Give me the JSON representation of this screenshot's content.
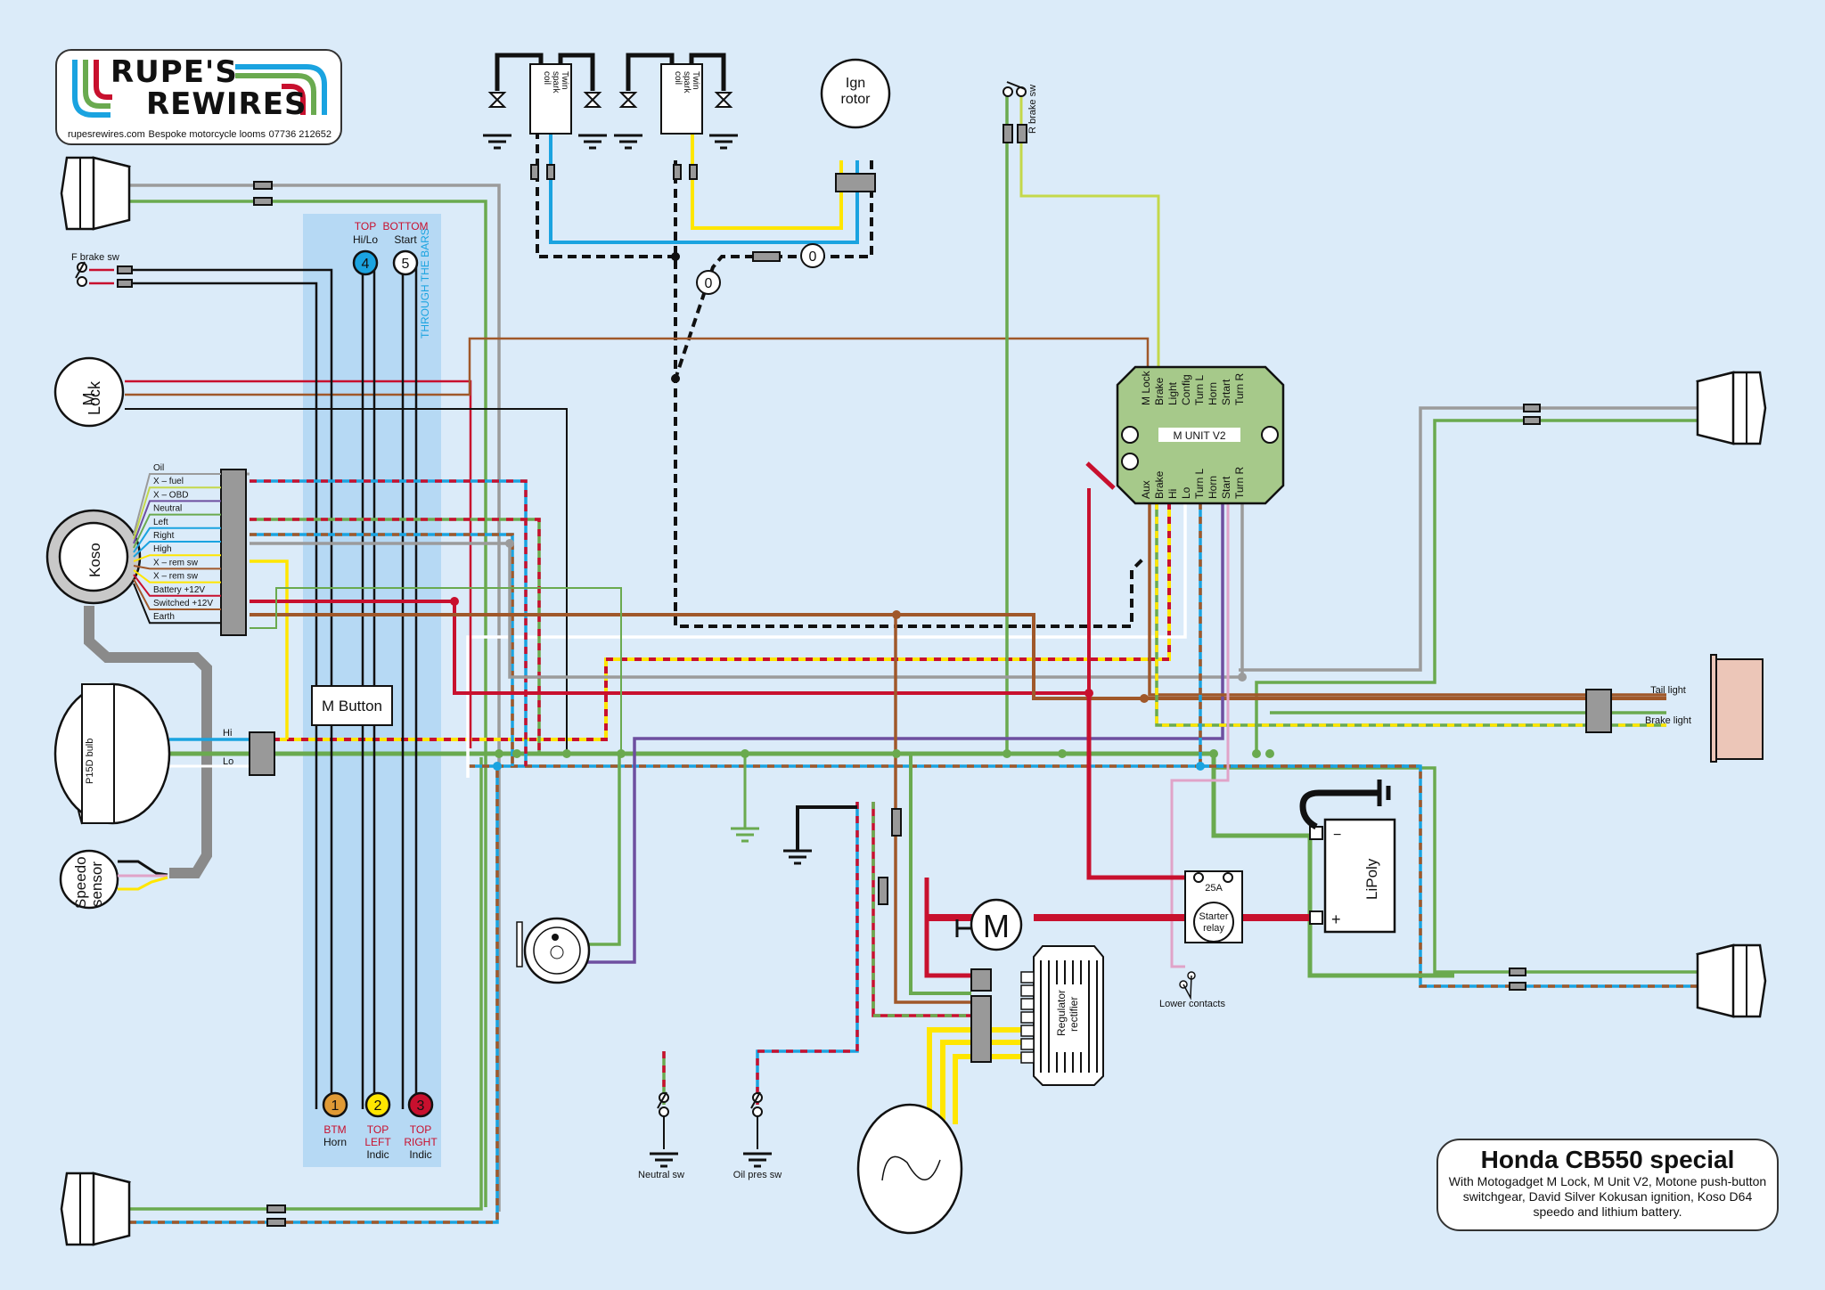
{
  "logo": {
    "line1": "RUPE'S",
    "line2": "REWIRES",
    "website": "rupesrewires.com",
    "tagline": "Bespoke motorcycle looms",
    "phone": "07736 212652",
    "stripe_colors": [
      "#1aa3e0",
      "#6aaa4f",
      "#c8102e"
    ]
  },
  "title": {
    "heading": "Honda CB550 special",
    "subtitle": "With Motogadget M Lock, M Unit V2, Motone push-button switchgear, David Silver Kokusan ignition, Koso D64 speedo and lithium battery."
  },
  "colors": {
    "background": "#dbebf9",
    "bar_band": "#b6d9f4",
    "black": "#111111",
    "red": "#c8102e",
    "green": "#6aaa4f",
    "blue": "#1aa3e0",
    "yellow": "#ffe600",
    "brown": "#a0582a",
    "grey": "#9b9b9b",
    "purple": "#6e4fa0",
    "pink": "#e0a3c8",
    "white": "#ffffff",
    "lightgreen": "#c4d84b",
    "munit": "#a6c98a",
    "taillight": "#ecc6b8",
    "connector": "#999999"
  },
  "ignition": {
    "coil_label": "Twin spark coil",
    "rotor_label": "Ign rotor",
    "node_label": "0"
  },
  "switchgear": {
    "band_label": "THROUGH THE BARS",
    "buttons": [
      {
        "num": "4",
        "pos": "TOP",
        "func": "Hi/Lo",
        "fill": "#1aa3e0"
      },
      {
        "num": "5",
        "pos": "BOTTOM",
        "func": "Start",
        "fill": "#ffffff"
      },
      {
        "num": "1",
        "pos": "BTM",
        "func": "Horn",
        "fill": "#e09a35"
      },
      {
        "num": "2",
        "pos": "TOP LEFT",
        "func": "Indic",
        "fill": "#ffe600"
      },
      {
        "num": "3",
        "pos": "TOP RIGHT",
        "func": "Indic",
        "fill": "#c8102e"
      }
    ],
    "m_button": "M Button"
  },
  "components": {
    "f_brake_sw": "F brake sw",
    "r_brake_sw": "R brake sw",
    "m_lock": "M Lock",
    "koso": "Koso",
    "headlight": "P15D bulb",
    "headlight_hi": "Hi",
    "headlight_lo": "Lo",
    "speedo_sensor": "Speedo sensor",
    "m_unit": "M UNIT V2",
    "tail_light": "Tail light",
    "brake_light": "Brake light",
    "battery": "LiPoly",
    "battery_neg": "−",
    "battery_pos": "+",
    "starter_motor": "M",
    "fuse": "25A",
    "starter_relay": "Starter relay",
    "lower_contacts": "Lower contacts",
    "regulator": "Regulator rectifier",
    "neutral_sw": "Neutral sw",
    "oil_sw": "Oil pres sw"
  },
  "koso_pins": [
    "Oil",
    "X – fuel",
    "X – OBD",
    "Neutral",
    "Left",
    "Right",
    "High",
    "X – rem sw",
    "X – rem sw",
    "Battery +12V",
    "Switched +12V",
    "Earth"
  ],
  "munit_top_pins": [
    "M Lock",
    "Brake",
    "Light",
    "Config",
    "Turn L",
    "Horn",
    "Srtart",
    "Turn R"
  ],
  "munit_bottom_pins": [
    "Aux",
    "Brake",
    "Hi",
    "Lo",
    "Turn L",
    "Horn",
    "Start",
    "Turn R"
  ]
}
